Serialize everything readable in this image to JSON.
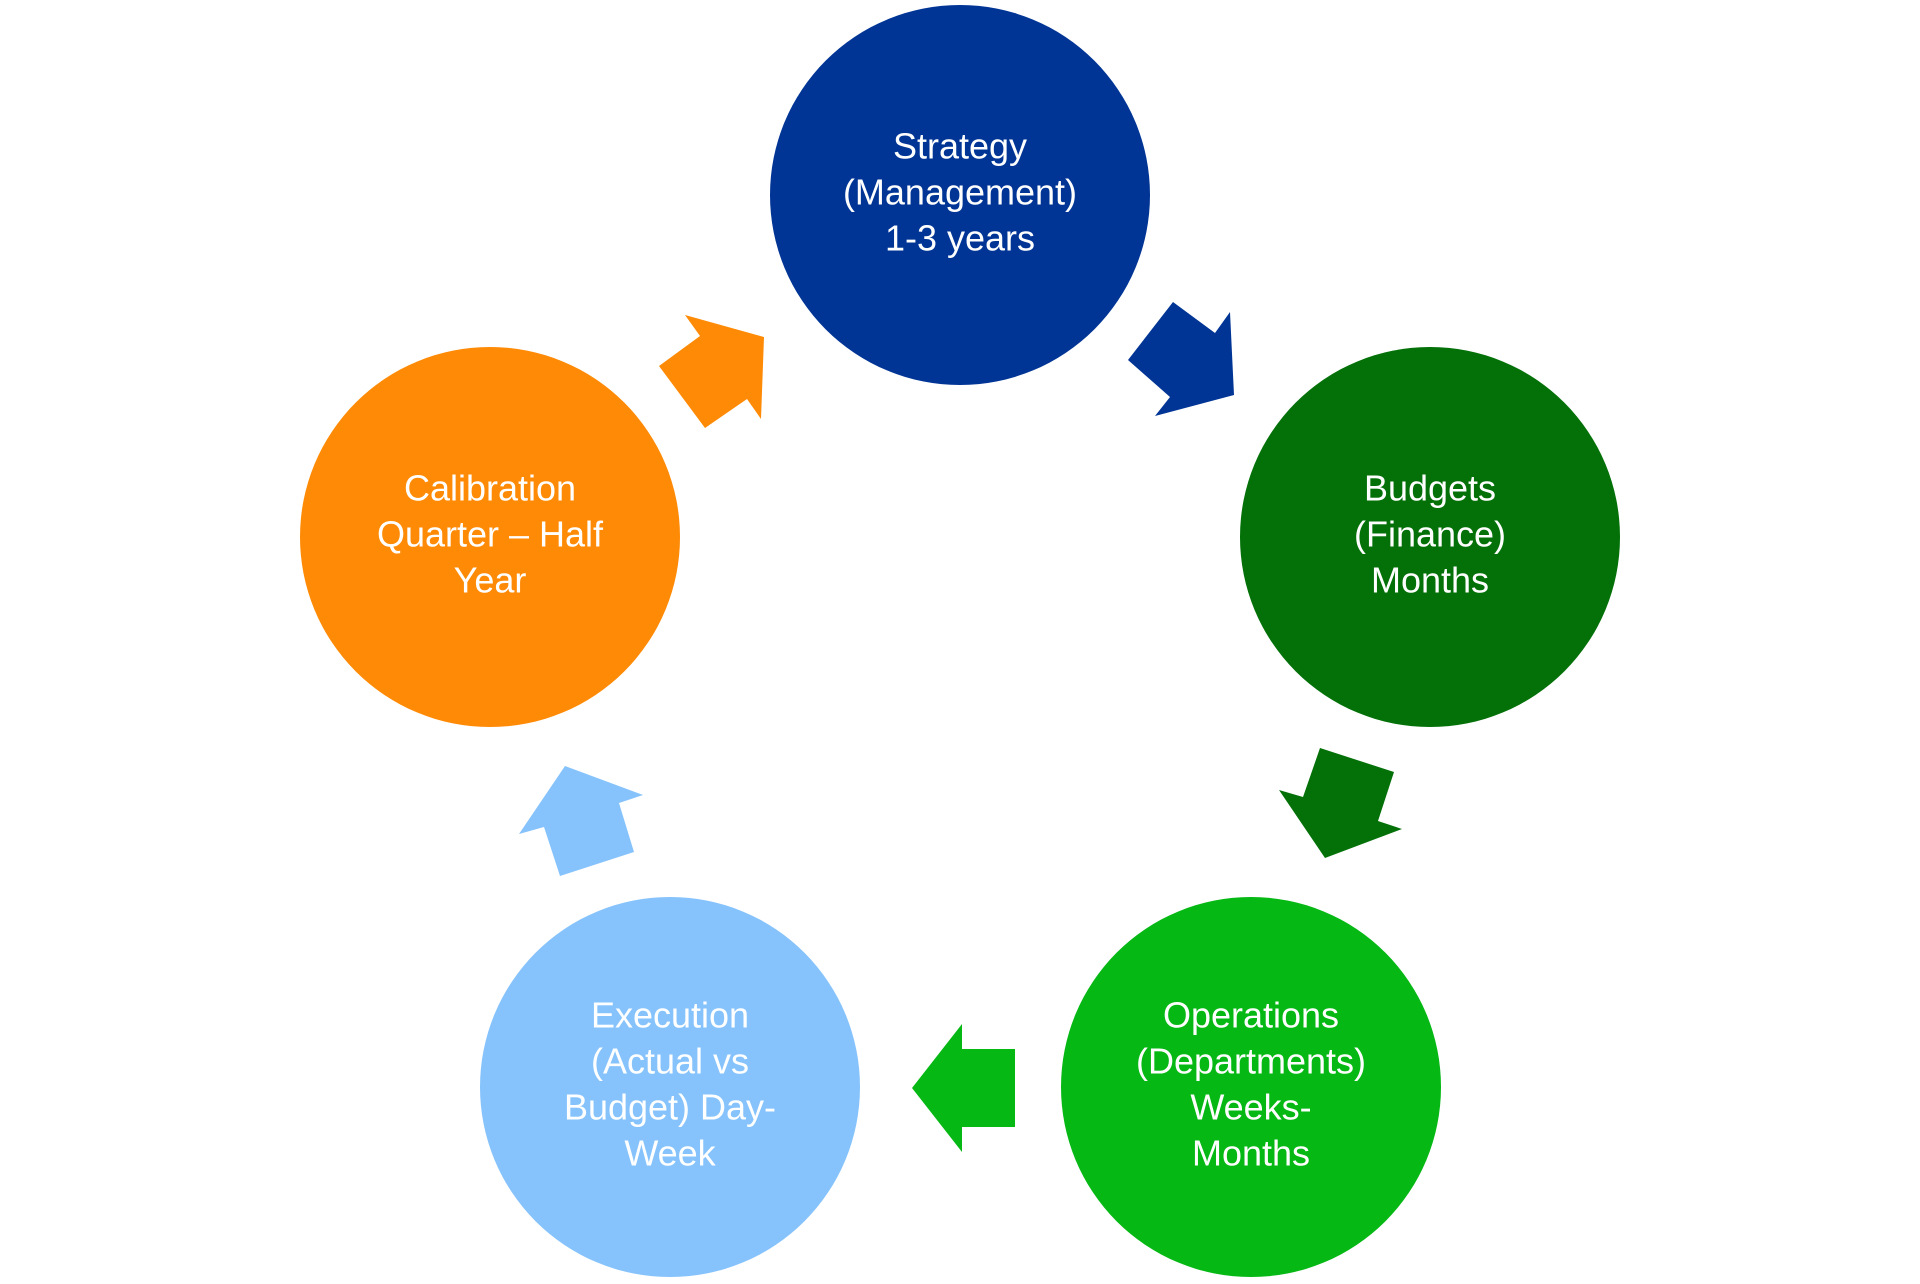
{
  "diagram": {
    "type": "cycle",
    "nodes": [
      {
        "id": "strategy",
        "lines": [
          "Strategy",
          "(Management)",
          "1-3 years"
        ],
        "color": "#003595"
      },
      {
        "id": "budgets",
        "lines": [
          "Budgets",
          "(Finance)",
          "Months"
        ],
        "color": "#037108"
      },
      {
        "id": "operations",
        "lines": [
          "Operations",
          "(Departments)",
          "Weeks-",
          "Months"
        ],
        "color": "#05B814"
      },
      {
        "id": "execution",
        "lines": [
          "Execution",
          "(Actual vs",
          "Budget) Day-",
          "Week"
        ],
        "color": "#86C3FC"
      },
      {
        "id": "calibration",
        "lines": [
          "Calibration",
          "Quarter – Half",
          "Year"
        ],
        "color": "#FF8A05"
      }
    ],
    "edges": [
      {
        "from": "strategy",
        "to": "budgets",
        "color": "#003595"
      },
      {
        "from": "budgets",
        "to": "operations",
        "color": "#037108"
      },
      {
        "from": "operations",
        "to": "execution",
        "color": "#05B814"
      },
      {
        "from": "execution",
        "to": "calibration",
        "color": "#86C3FC"
      },
      {
        "from": "calibration",
        "to": "strategy",
        "color": "#FF8A05"
      }
    ],
    "text_color": "#FFFFFF"
  }
}
